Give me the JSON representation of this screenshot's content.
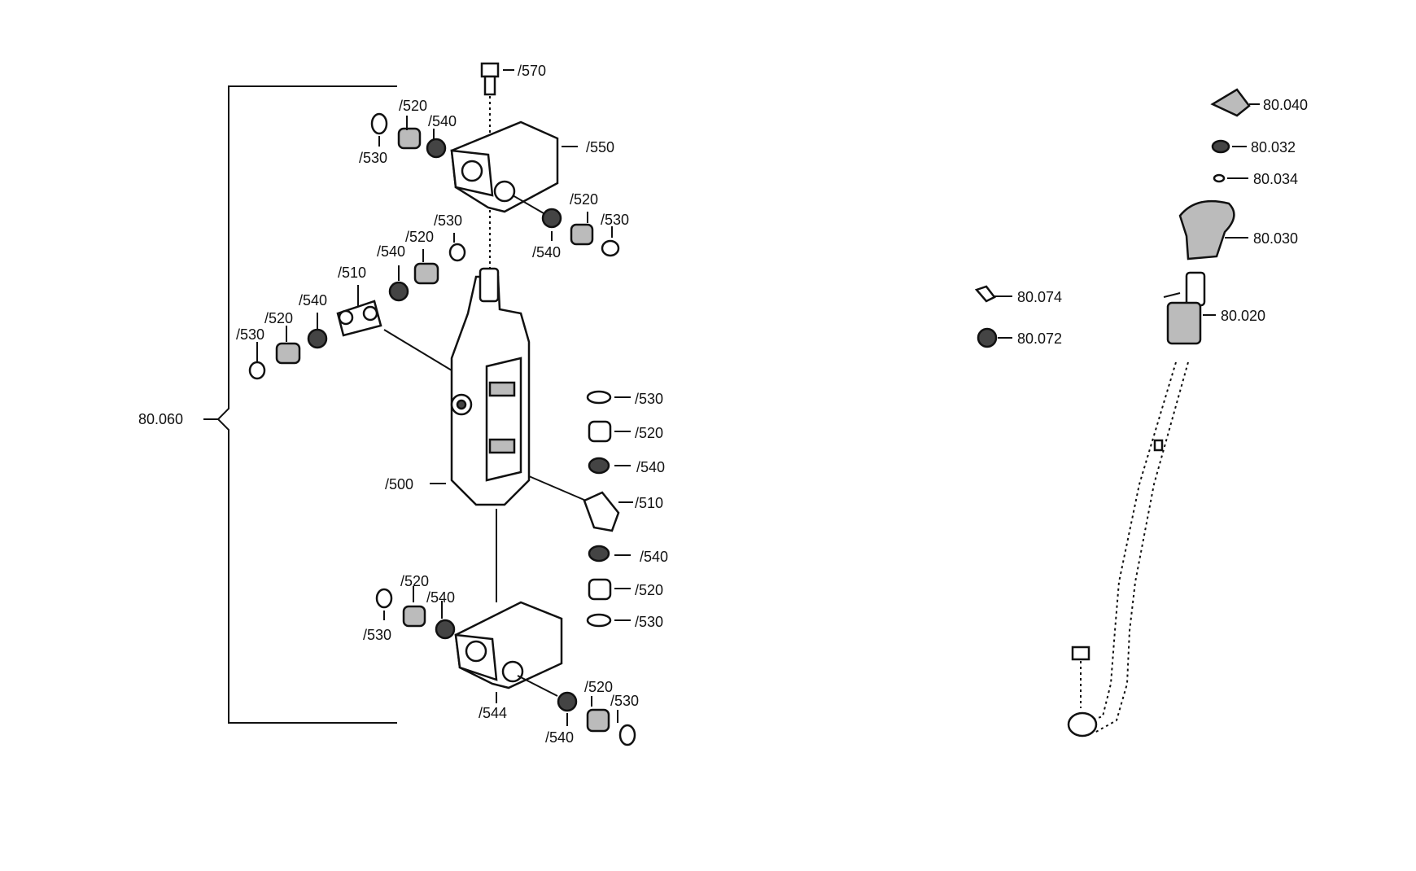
{
  "labels": {
    "p570": "/570",
    "p520_a": "/520",
    "p540_a": "/540",
    "p530_a": "/530",
    "p550": "/550",
    "p520_b": "/520",
    "p530_b": "/530",
    "p540_b": "/540",
    "p530_c": "/530",
    "p520_c": "/520",
    "p540_c": "/540",
    "p510_a": "/510",
    "p540_d": "/540",
    "p520_d": "/520",
    "p530_d": "/530",
    "p530_e": "/530",
    "p520_e": "/520",
    "p540_e": "/540",
    "p510_b": "/510",
    "p540_f": "/540",
    "p520_f": "/520",
    "p530_f": "/530",
    "p500": "/500",
    "p520_g": "/520",
    "p540_g": "/540",
    "p530_g": "/530",
    "p544": "/544",
    "p520_h": "/520",
    "p530_h": "/530",
    "p540_h": "/540",
    "assembly": "80.060",
    "r040": "80.040",
    "r032": "80.032",
    "r034": "80.034",
    "r030": "80.030",
    "r020": "80.020",
    "r074": "80.074",
    "r072": "80.072"
  }
}
